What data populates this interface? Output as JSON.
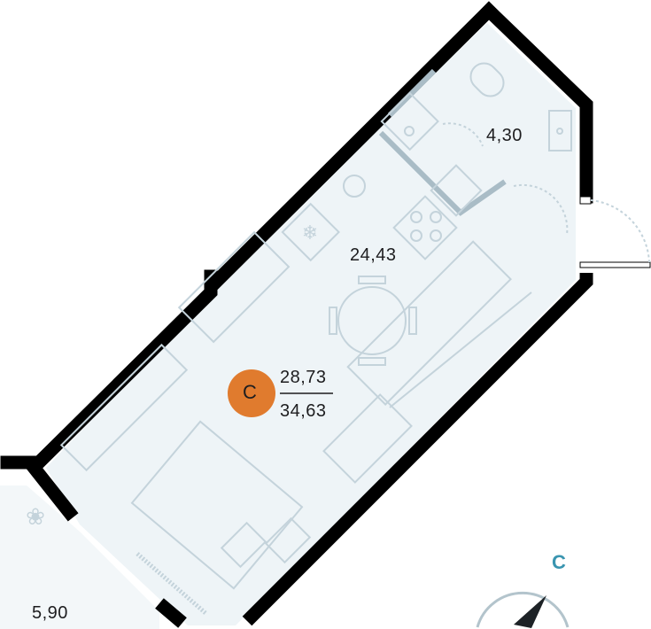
{
  "plan": {
    "rooms": [
      {
        "name": "bathroom",
        "area": "4,30"
      },
      {
        "name": "living-kitchen",
        "area": "24,43"
      },
      {
        "name": "balcony",
        "area": "5,90"
      }
    ],
    "apartment": {
      "type_badge": "С",
      "living_area": "28,73",
      "total_area": "34,63"
    },
    "compass": {
      "label": "С"
    }
  },
  "colors": {
    "badge": "#e07b2e",
    "compass_label": "#3a95b0",
    "floor": "#eef4f7",
    "wall": "#000000",
    "furniture": "#c4d3db"
  }
}
